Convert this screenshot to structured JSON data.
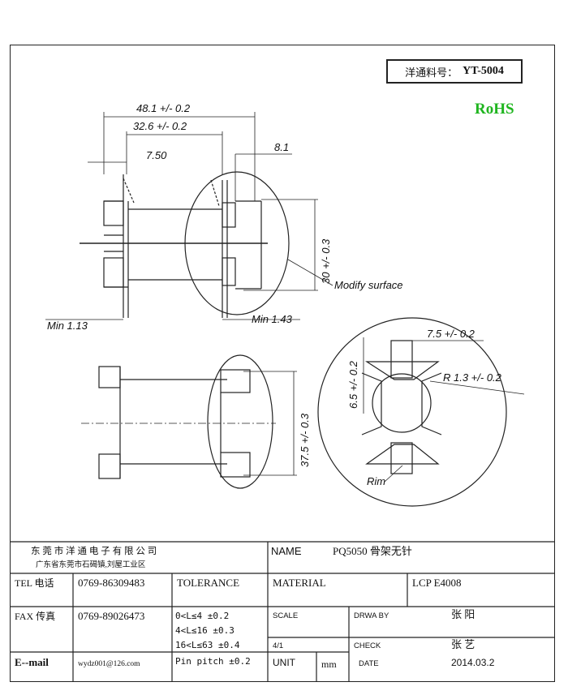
{
  "header": {
    "part_label": "洋通料号：",
    "part_number": "YT-5004",
    "rohs": "RoHS"
  },
  "drawing": {
    "dims": {
      "d1": "48.1 +/- 0.2",
      "d2": "32.6 +/- 0.2",
      "d3": "7.50",
      "d4": "8.1",
      "d5": "30 +/- 0.3",
      "d6": "Modify surface",
      "d7": "Min 1.13",
      "d8": "Min 1.43",
      "d9": "37.5 +/- 0.3",
      "d10": "7.5 +/- 0.2",
      "d11": "R 1.3 +/- 0.2",
      "d12": "6.5 +/- 0.2",
      "d13": "Rim"
    }
  },
  "title_block": {
    "company_name": "东 莞 市 洋 通 电 子 有 限 公 司",
    "company_address": "广东省东莞市石碣镇,刘屋工业区",
    "name_label": "NAME",
    "name_value": "PQ5050 骨架无针",
    "tel_label": "TEL 电话",
    "tel_value": "0769-86309483",
    "tolerance_label": "TOLERANCE",
    "material_label": "MATERIAL",
    "material_value": "LCP    E4008",
    "fax_label": "FAX 传真",
    "fax_value": "0769-89026473",
    "tol_1": "0<L≤4   ±0.2",
    "tol_2": "4<L≤16  ±0.3",
    "tol_3": "16<L≤63  ±0.4",
    "tol_4": "Pin pitch ±0.2",
    "scale_label": "SCALE",
    "drawby_label": "DRWA BY",
    "drawby_value": "张 阳",
    "scale_value": "4/1",
    "check_label": "CHECK",
    "check_value": "张 艺",
    "email_label": "E--mail",
    "email_value": "wydz001@126.com",
    "unit_label": "UNIT",
    "unit_value": "mm",
    "date_label": "DATE",
    "date_value": "2014.03.2"
  }
}
